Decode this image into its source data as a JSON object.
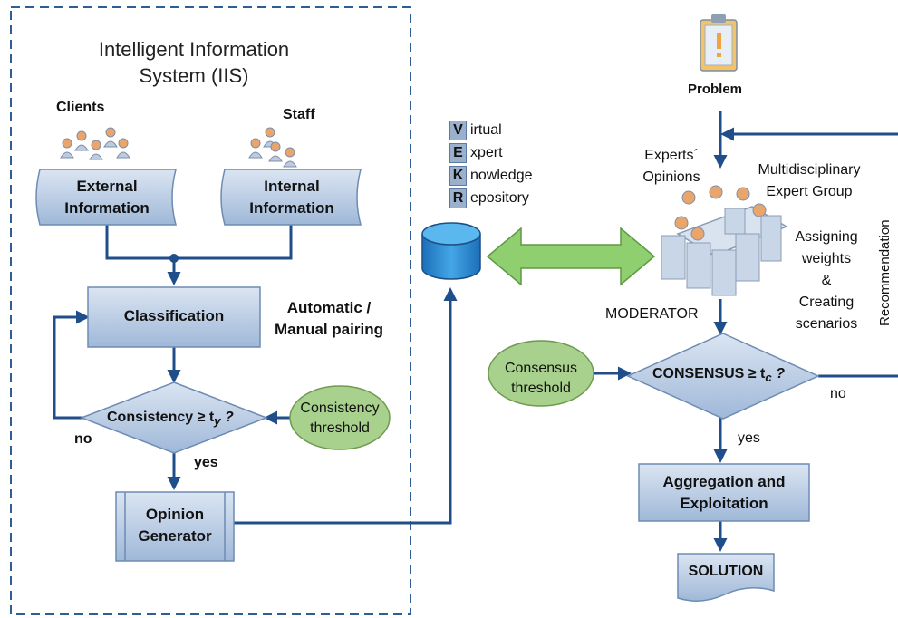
{
  "iis_title_line1": "Intelligent Information",
  "iis_title_line2": "System (IIS)",
  "clients": "Clients",
  "staff": "Staff",
  "external_info": [
    "External",
    "Information"
  ],
  "internal_info": [
    "Internal",
    "Information"
  ],
  "classification": "Classification",
  "pairing": [
    "Automatic /",
    "Manual pairing"
  ],
  "consistency_check": "Consistency ≥ t",
  "consistency_sub": "y",
  "consistency_q": " ?",
  "consistency_threshold": [
    "Consistency",
    "threshold"
  ],
  "no_left": "no",
  "yes_left": "yes",
  "opinion_generator": [
    "Opinion",
    "Generator"
  ],
  "vekr": [
    {
      "letter": "V",
      "rest": "irtual"
    },
    {
      "letter": "E",
      "rest": "xpert"
    },
    {
      "letter": "K",
      "rest": "nowledge"
    },
    {
      "letter": "R",
      "rest": "epository"
    }
  ],
  "problem": "Problem",
  "experts_opinions": [
    "Experts´",
    "Opinions"
  ],
  "expert_group": [
    "Multidisciplinary",
    "Expert Group"
  ],
  "assigning": [
    "Assigning",
    "weights",
    "&",
    "Creating",
    "scenarios"
  ],
  "moderator": "MODERATOR",
  "consensus_threshold": [
    "Consensus",
    "threshold"
  ],
  "consensus_check": "CONSENSUS ≥ t",
  "consensus_sub": "c",
  "consensus_q": " ?",
  "no_right": "no",
  "yes_right": "yes",
  "aggregation": [
    "Aggregation and",
    "Exploitation"
  ],
  "solution": "SOLUTION",
  "recommendation": "Recommendation",
  "colors": {
    "box_fill": "#b8cbe4",
    "box_stroke": "#6d8bb3",
    "arrow": "#1f4e8a",
    "green_fill": "#a9d18e",
    "green_stroke": "#6f9a50",
    "green_arrow": "#8fcf6f"
  }
}
